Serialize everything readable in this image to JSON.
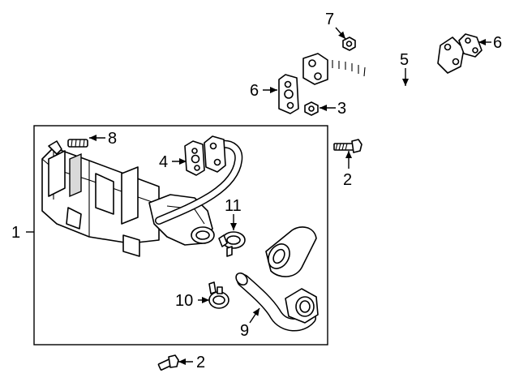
{
  "callouts": {
    "c1": "1",
    "c2a": "2",
    "c2b": "2",
    "c3": "3",
    "c4": "4",
    "c5": "5",
    "c6a": "6",
    "c6b": "6",
    "c7": "7",
    "c8": "8",
    "c9": "9",
    "c10": "10",
    "c11": "11"
  }
}
